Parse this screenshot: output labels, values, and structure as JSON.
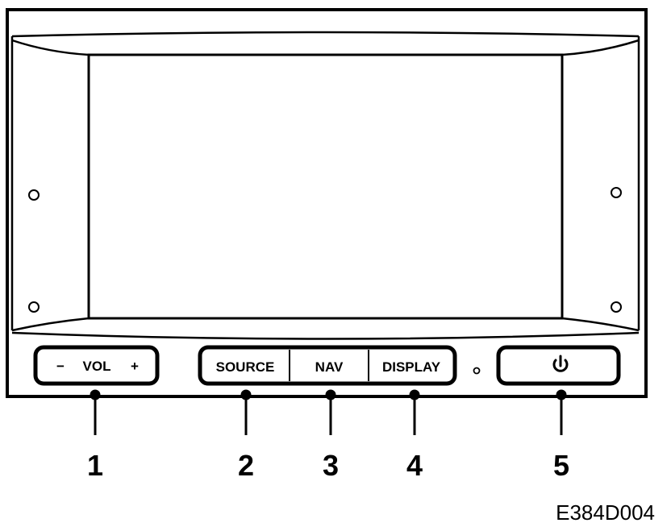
{
  "buttons": {
    "vol_minus": "−",
    "vol_label": "VOL",
    "vol_plus": "+",
    "source": "SOURCE",
    "nav": "NAV",
    "display": "DISPLAY",
    "power_icon": "power-icon"
  },
  "callouts": [
    "1",
    "2",
    "3",
    "4",
    "5"
  ],
  "figure_code": "E384D004"
}
